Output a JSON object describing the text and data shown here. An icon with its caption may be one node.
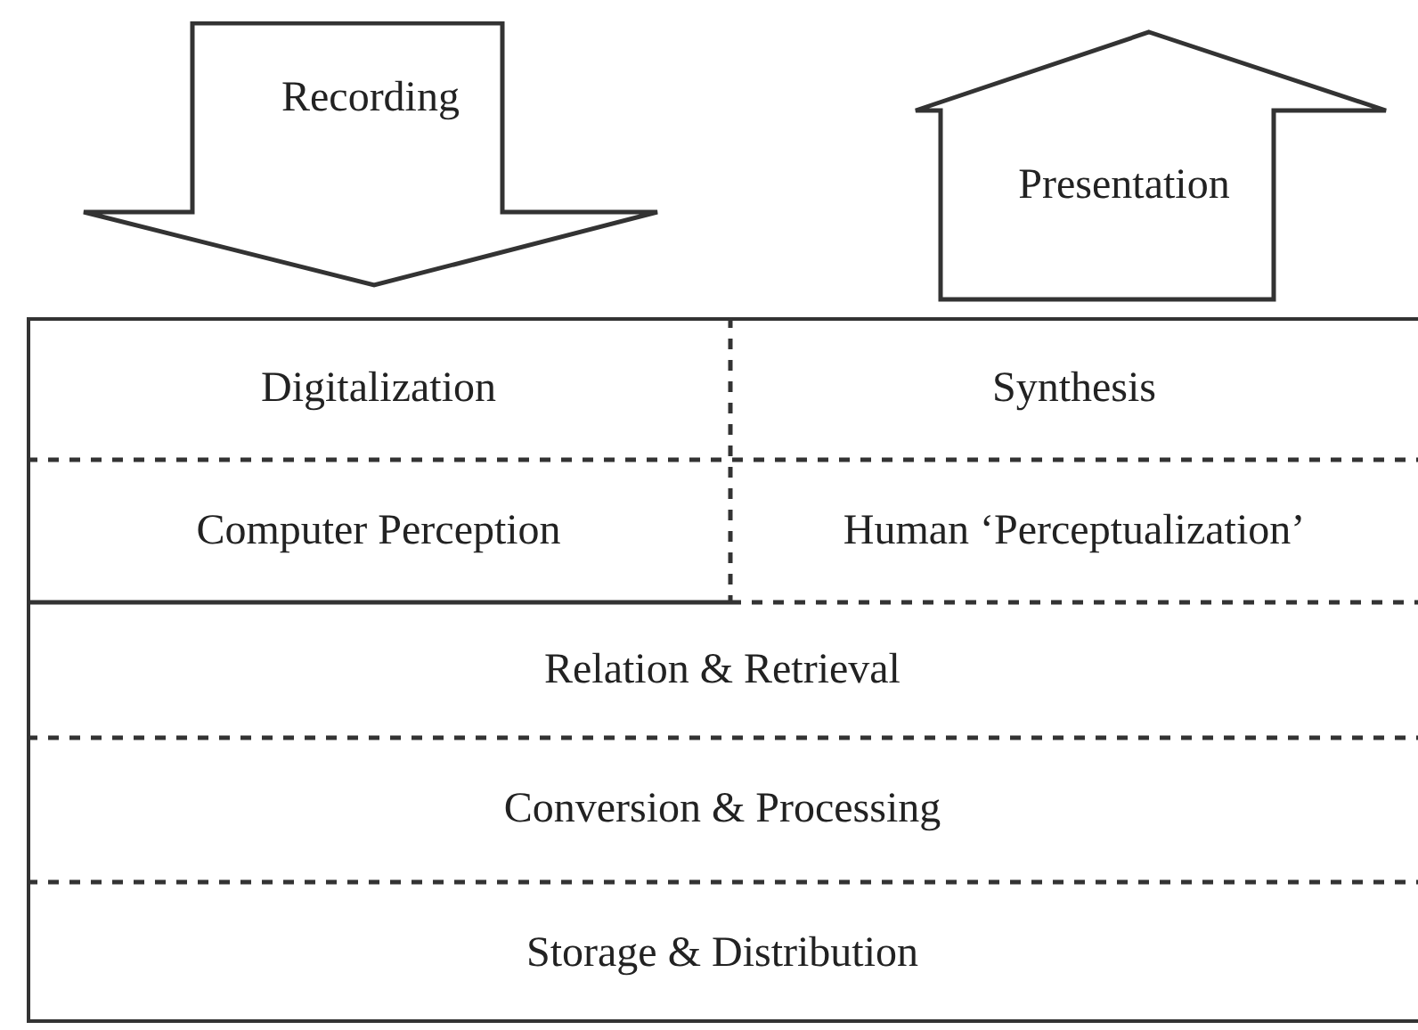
{
  "diagram": {
    "nodes": [
      {
        "text": [
          "Recording"
        ]
      },
      {
        "text": [
          "Presentation"
        ]
      },
      {
        "text": [
          "Digitalization"
        ]
      },
      {
        "text": [
          "Synthesis"
        ]
      },
      {
        "text": [
          "Computer Perception"
        ]
      },
      {
        "text": [
          "Human ‘Perceptualization’"
        ]
      },
      {
        "text": [
          "Relation & Retrieval"
        ]
      },
      {
        "text": [
          "Conversion & Processing"
        ]
      },
      {
        "text": [
          "Storage & Distribution"
        ]
      }
    ],
    "edges": []
  }
}
